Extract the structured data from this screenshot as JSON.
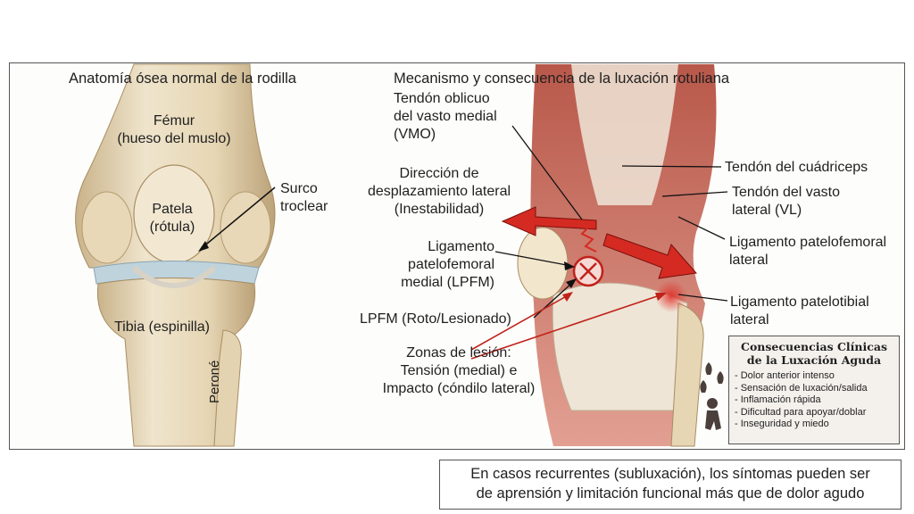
{
  "left_panel": {
    "title": "Anatomía ósea normal de la rodilla",
    "femur": [
      "Fémur",
      "(hueso del muslo)"
    ],
    "patella": [
      "Patela",
      "(rótula)"
    ],
    "trochlear_groove": [
      "Surco",
      "troclear"
    ],
    "tibia": "Tibia (espinilla)",
    "fibula": "Peroné"
  },
  "right_panel": {
    "title": "Mecanismo y consecuencia de la luxación rotuliana",
    "vmo": [
      "Tendón oblicuo",
      "del vasto medial",
      "(VMO)"
    ],
    "direction": [
      "Dirección de",
      "desplazamiento lateral",
      "(Inestabilidad)"
    ],
    "mpfl": [
      "Ligamento",
      "patelofemoral",
      "medial (LPFM)"
    ],
    "mpfl_torn": "LPFM (Roto/Lesionado)",
    "injury_zones": [
      "Zonas de lesión:",
      "Tensión (medial) e",
      "Impacto (cóndilo lateral)"
    ],
    "quad_tendon": "Tendón del cuádriceps",
    "vl_tendon": [
      "Tendón del vasto",
      "lateral (VL)"
    ],
    "lateral_pfl": [
      "Ligamento patelofemoral",
      "lateral"
    ],
    "lateral_ptl": [
      "Ligamento patelotibial",
      "lateral"
    ]
  },
  "consequences": {
    "heading": [
      "Consecuencias Clínicas",
      "de la Luxación Aguda"
    ],
    "items": [
      "- Dolor anterior intenso",
      "- Sensación de luxación/salida",
      "- Inflamación rápida",
      "- Dificultad para apoyar/doblar",
      "- Inseguridad y miedo"
    ]
  },
  "note": [
    "En casos recurrentes (subluxación), los síntomas pueden ser",
    "de aprensión y limitación funcional más que de dolor agudo"
  ],
  "colors": {
    "bone": "#e9dcc0",
    "bone_shadow": "#c9b38a",
    "muscle": "#cf7466",
    "arrow_red": "#d42a22",
    "cartilage": "#bfd3dd"
  }
}
